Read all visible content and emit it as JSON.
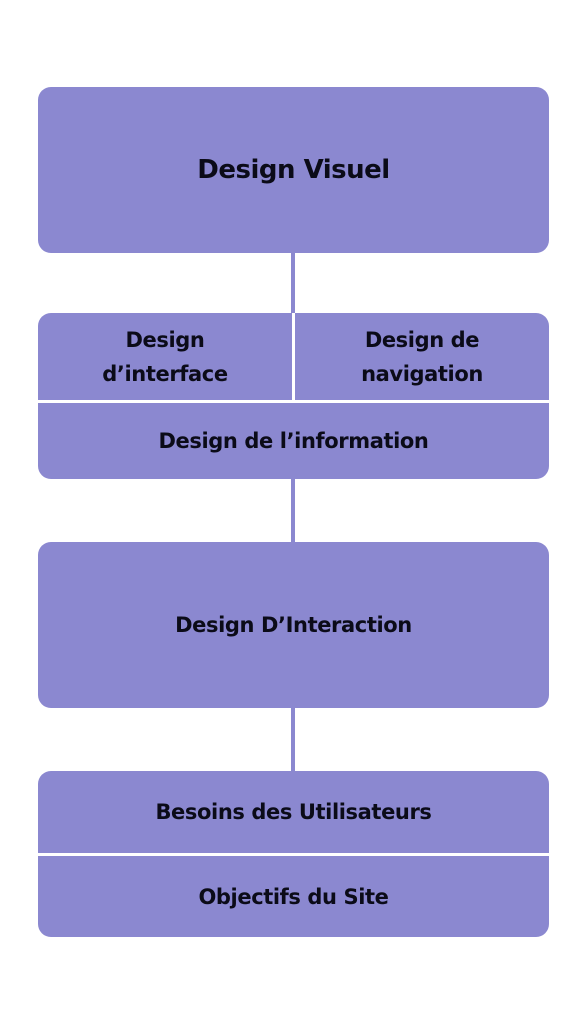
{
  "colors": {
    "box_fill": "#8b88d0",
    "text": "#0b0b18",
    "background": "#ffffff"
  },
  "diagram": {
    "visual_design": {
      "label": "Design Visuel"
    },
    "information_design": {
      "interface_line1": "Design",
      "interface_line2": "d’interface",
      "navigation_line1": "Design de",
      "navigation_line2": "navigation",
      "information_label": "Design de l’information"
    },
    "interaction_design": {
      "label": "Design D’Interaction"
    },
    "foundation": {
      "user_needs_label": "Besoins des Utilisateurs",
      "site_objectives_label": "Objectifs du Site"
    }
  }
}
